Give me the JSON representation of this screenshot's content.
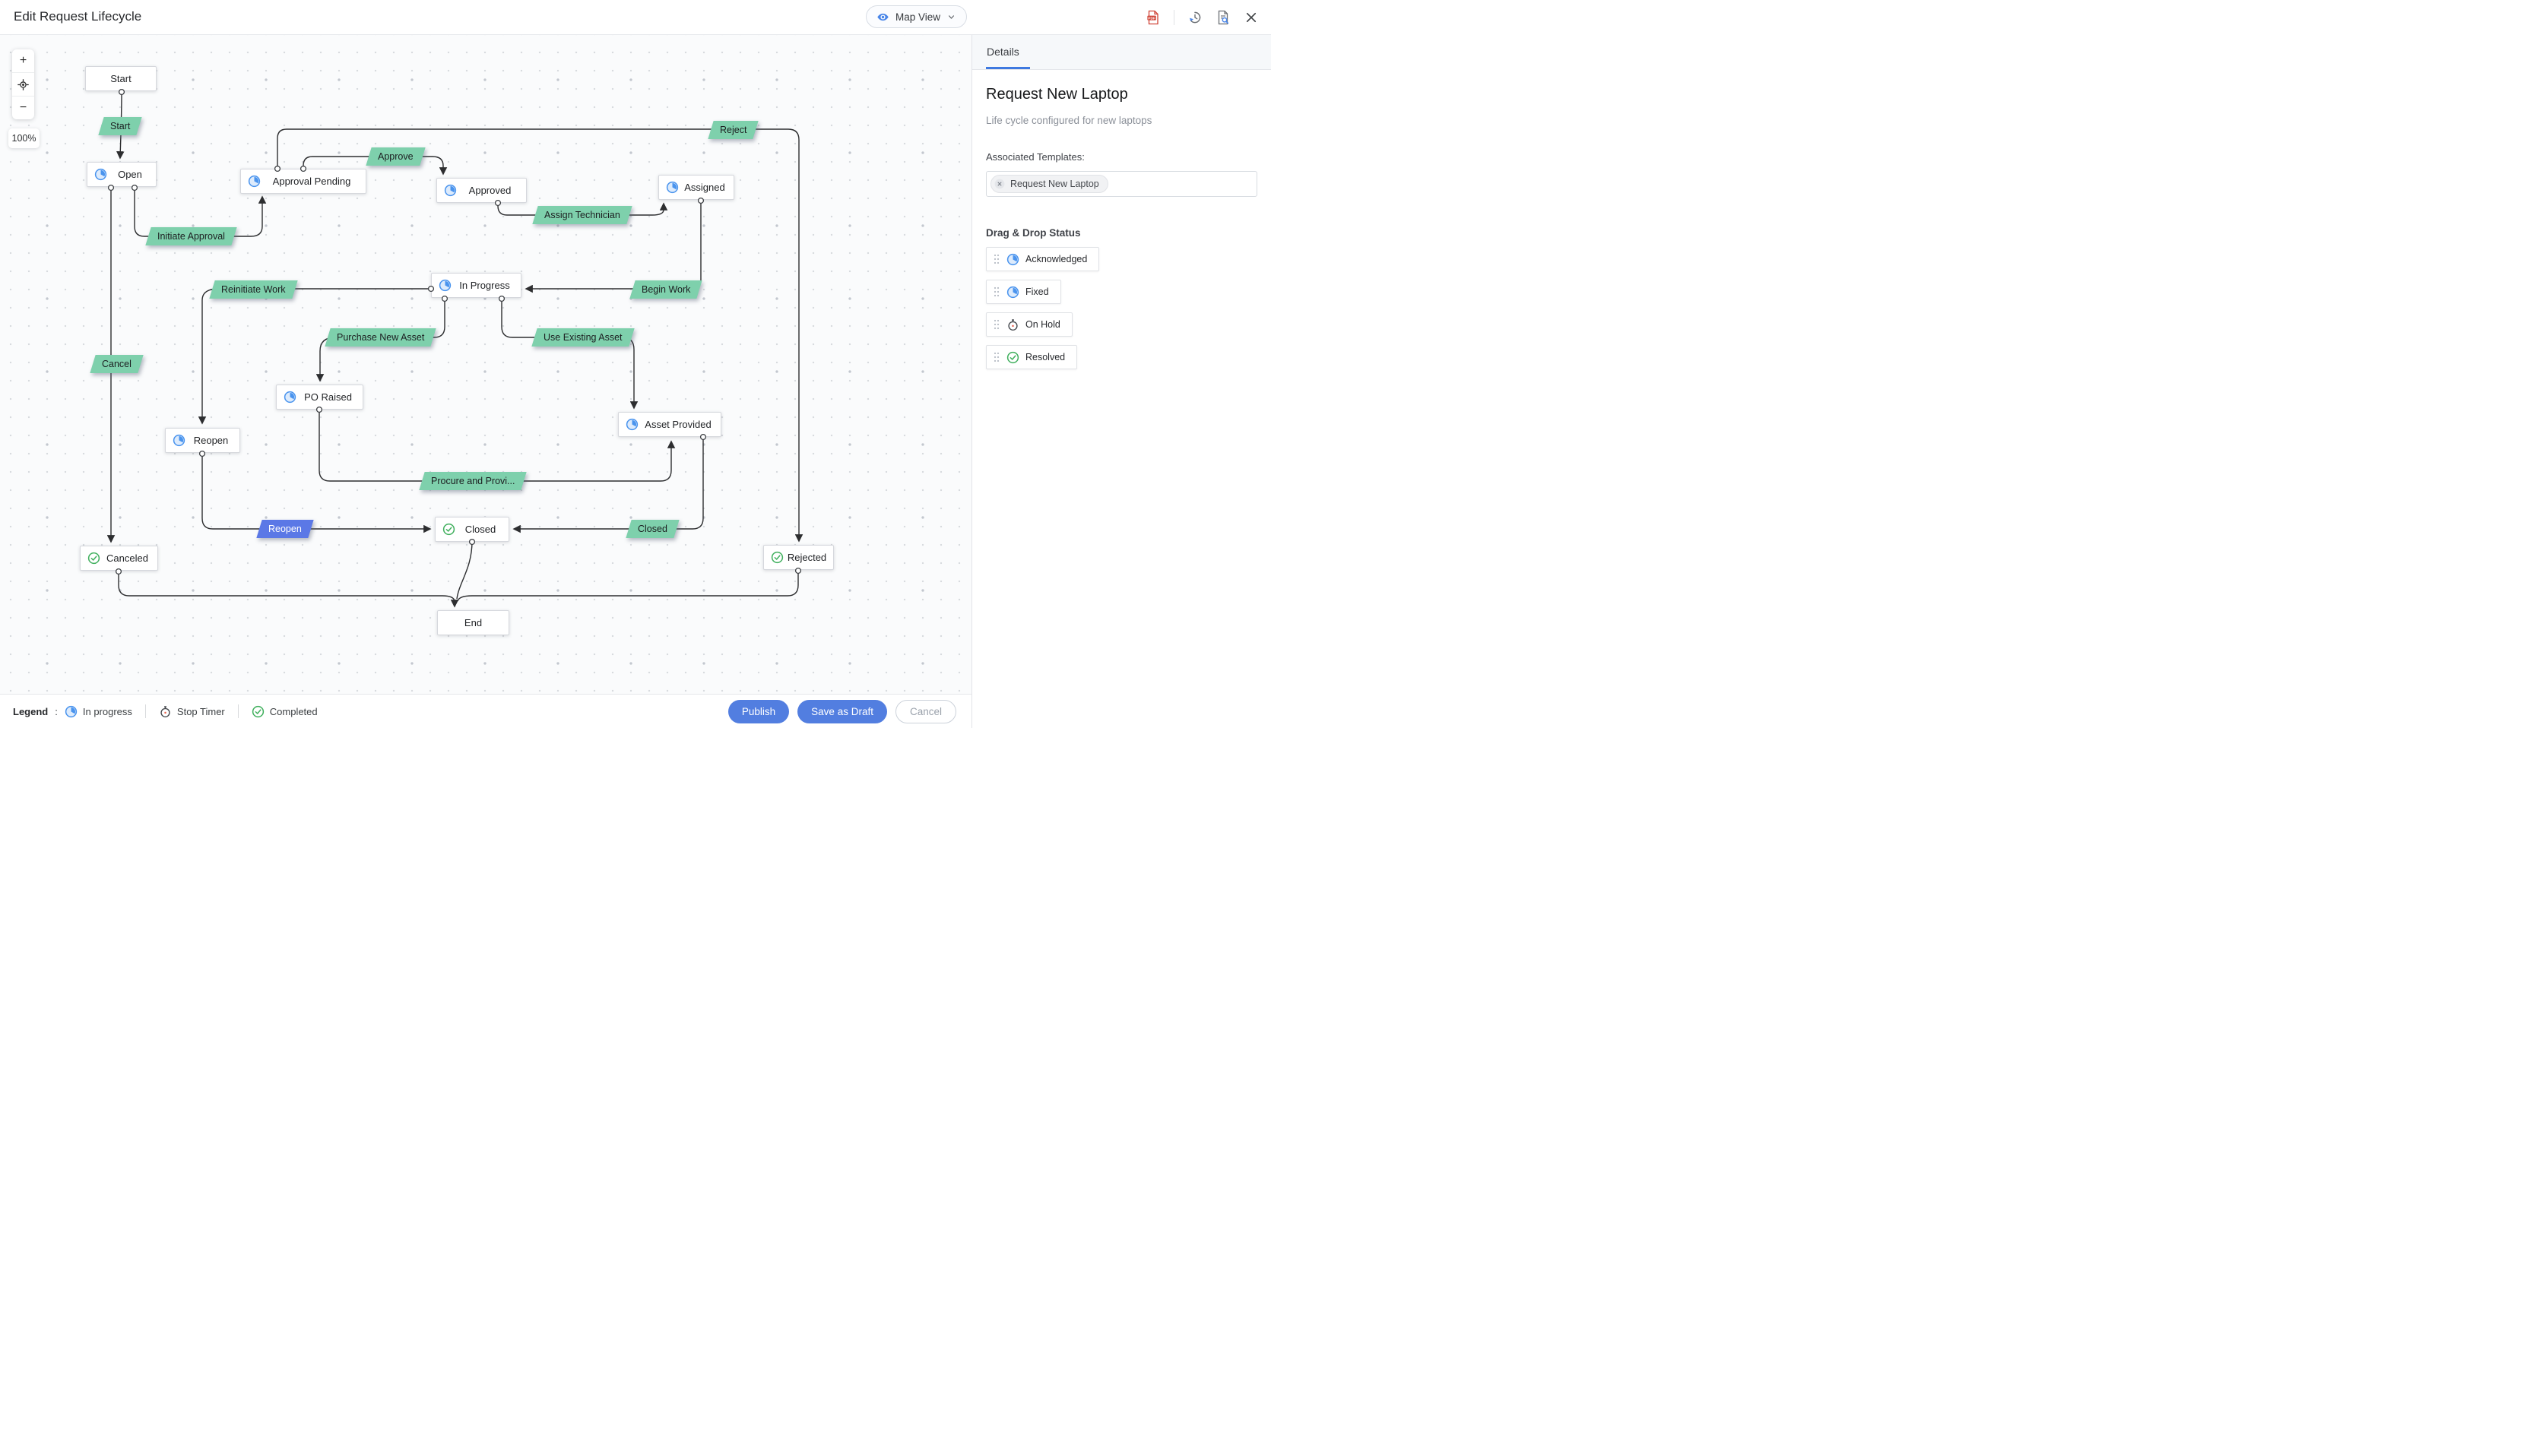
{
  "header": {
    "title": "Edit Request Lifecycle",
    "view_selector": {
      "label": "Map View",
      "icon": "eye-icon"
    },
    "action_icons": [
      "pdf-export-icon",
      "history-icon",
      "document-search-icon",
      "close-icon"
    ]
  },
  "canvas": {
    "zoom_in_label": "+",
    "zoom_out_label": "−",
    "zoom_level": "100%"
  },
  "flow": {
    "nodes": [
      {
        "label": "Start",
        "icon": "none"
      },
      {
        "label": "Open",
        "icon": "in-progress"
      },
      {
        "label": "Approval Pending",
        "icon": "in-progress"
      },
      {
        "label": "Approved",
        "icon": "in-progress"
      },
      {
        "label": "Assigned",
        "icon": "in-progress"
      },
      {
        "label": "In Progress",
        "icon": "in-progress"
      },
      {
        "label": "PO Raised",
        "icon": "in-progress"
      },
      {
        "label": "Asset Provided",
        "icon": "in-progress"
      },
      {
        "label": "Reopen",
        "icon": "in-progress"
      },
      {
        "label": "Closed",
        "icon": "completed"
      },
      {
        "label": "Canceled",
        "icon": "completed"
      },
      {
        "label": "Rejected",
        "icon": "completed"
      },
      {
        "label": "End",
        "icon": "none"
      }
    ],
    "transitions": [
      {
        "label": "Start",
        "style": "green"
      },
      {
        "label": "Initiate Approval",
        "style": "green"
      },
      {
        "label": "Approve",
        "style": "green"
      },
      {
        "label": "Assign Technician",
        "style": "green"
      },
      {
        "label": "Reject",
        "style": "green"
      },
      {
        "label": "Begin Work",
        "style": "green"
      },
      {
        "label": "Reinitiate Work",
        "style": "green"
      },
      {
        "label": "Purchase New Asset",
        "style": "green"
      },
      {
        "label": "Use Existing Asset",
        "style": "green"
      },
      {
        "label": "Procure and Provi...",
        "style": "green"
      },
      {
        "label": "Cancel",
        "style": "green"
      },
      {
        "label": "Reopen",
        "style": "blue"
      },
      {
        "label": "Closed",
        "style": "green"
      }
    ]
  },
  "panel": {
    "tab_label": "Details",
    "title": "Request New Laptop",
    "subtitle": "Life cycle configured for new laptops",
    "templates_label": "Associated Templates:",
    "template_chip": "Request New Laptop",
    "drag_drop_heading": "Drag & Drop Status",
    "statuses": [
      {
        "label": "Acknowledged",
        "icon": "in-progress"
      },
      {
        "label": "Fixed",
        "icon": "in-progress"
      },
      {
        "label": "On Hold",
        "icon": "stop-timer"
      },
      {
        "label": "Resolved",
        "icon": "completed"
      }
    ]
  },
  "footer": {
    "legend_label": "Legend",
    "legend_separator": ":",
    "legend_items": [
      {
        "label": "In progress",
        "icon": "in-progress"
      },
      {
        "label": "Stop Timer",
        "icon": "stop-timer"
      },
      {
        "label": "Completed",
        "icon": "completed"
      }
    ],
    "publish_label": "Publish",
    "save_draft_label": "Save as Draft",
    "cancel_label": "Cancel"
  },
  "colors": {
    "accent_blue": "#527ee0",
    "transition_green": "#7ed0ac",
    "transition_blue": "#5b78e6",
    "in_progress": "#4a94ee",
    "completed": "#41b05e",
    "on_hold_red": "#e8604c",
    "tab_underline": "#3e79e0"
  }
}
